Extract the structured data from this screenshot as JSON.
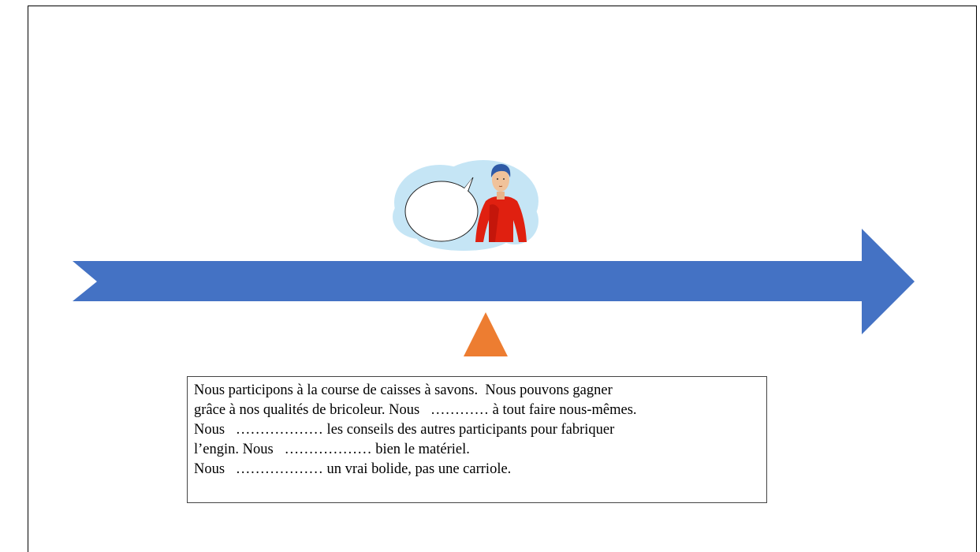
{
  "colors": {
    "arrow": "#4472C4",
    "marker": "#ED7D31",
    "sweater": "#E02010",
    "hair": "#2F5AA6",
    "cloud": "#BFE3F5"
  },
  "icons": {
    "speech_bubble": "speech-bubble-icon",
    "person": "boy-icon",
    "marker": "triangle-up-icon"
  },
  "text": {
    "lines": [
      "Nous participons à la course de caisses à savons.  Nous pouvons gagner",
      "grâce à nos qualités de bricoleur. Nous   ………… à tout faire nous-mêmes.",
      "Nous   ……………… les conseils des autres participants pour fabriquer",
      "l’engin. Nous   ……………… bien le matériel.",
      "Nous   ……………… un vrai bolide, pas une carriole."
    ]
  }
}
